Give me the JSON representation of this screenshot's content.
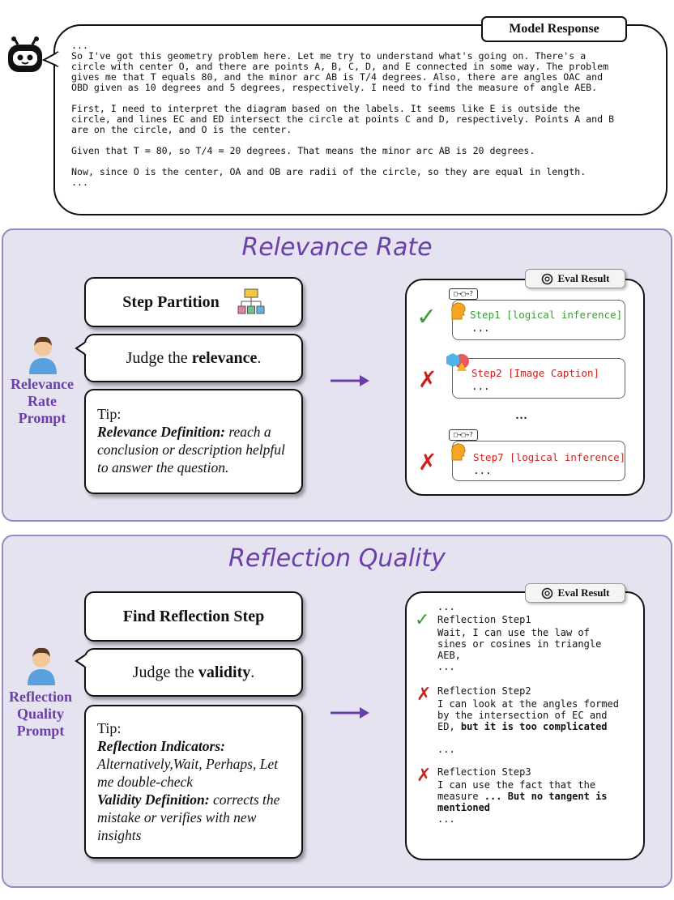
{
  "model_response": {
    "tag": "Model Response",
    "text": "...\nSo I've got this geometry problem here. Let me try to understand what's going on. There's a\ncircle with center O, and there are points A, B, C, D, and E connected in some way. The problem\ngives me that T equals 80, and the minor arc AB is T/4 degrees. Also, there are angles OAC and\nOBD given as 10 degrees and 5 degrees, respectively. I need to find the measure of angle AEB.\n\nFirst, I need to interpret the diagram based on the labels. It seems like E is outside the\ncircle, and lines EC and ED intersect the circle at points C and D, respectively. Points A and B\nare on the circle, and O is the center.\n\nGiven that T = 80, so T/4 = 20 degrees. That means the minor arc AB is 20 degrees.\n\nNow, since O is the center, OA and OB are radii of the circle, so they are equal in length.\n..."
  },
  "relevance": {
    "title": "Relevance Rate",
    "person_label": [
      "Relevance",
      "Rate",
      "Prompt"
    ],
    "step_partition": "Step Partition",
    "judge_prefix": "Judge the ",
    "judge_bold": "relevance",
    "judge_suffix": ".",
    "tip": "Tip:",
    "def_bold": "Relevance Definition:",
    "def_text": " reach a conclusion or description helpful to answer the question.",
    "eval_tag": "Eval Result",
    "steps": [
      {
        "label": "Step1 [logical inference]",
        "dots": "...",
        "mark": "✓"
      },
      {
        "label": "Step2 [Image Caption]",
        "dots": "...",
        "mark": "✗"
      },
      {
        "label": "Step7 [logical inference]",
        "dots": "...",
        "mark": "✗"
      }
    ],
    "ellipsis": "...",
    "icon_text": "□→□→?"
  },
  "reflection": {
    "title": "Reflection Quality",
    "person_label": [
      "Reflection",
      "Quality",
      "Prompt"
    ],
    "find_step": "Find Reflection Step",
    "judge_prefix": "Judge the ",
    "judge_bold": "validity",
    "judge_suffix": ".",
    "tip": "Tip:",
    "ind_bold": "Reflection Indicators:",
    "ind_text": "Alternatively,Wait, Perhaps, Let me double-check",
    "val_bold": "Validity Definition:",
    "val_text": " corrects the mistake or verifies with new insights",
    "eval_tag": "Eval Result",
    "top_dots": "...",
    "steps": [
      {
        "label": "Reflection Step1",
        "text": "Wait, I can use the law of\nsines or cosines in triangle\nAEB,",
        "bold": "",
        "after": "\n...",
        "mark": "✓"
      },
      {
        "label": "Reflection Step2",
        "text": "I can look at the angles formed\nby the intersection of EC and\nED,",
        "bold": " but it is too complicated",
        "after": "\n\n...",
        "mark": "✗"
      },
      {
        "label": "Reflection Step3",
        "text": "I can use the fact that the\nmeasure",
        "bold": " ... But no tangent is\nmentioned",
        "after": "\n...",
        "mark": "✗"
      }
    ]
  },
  "colors": {
    "accent": "#6b3fa8",
    "panel": "#e6e3f1",
    "green": "#3b9a33",
    "red": "#c8241e"
  }
}
